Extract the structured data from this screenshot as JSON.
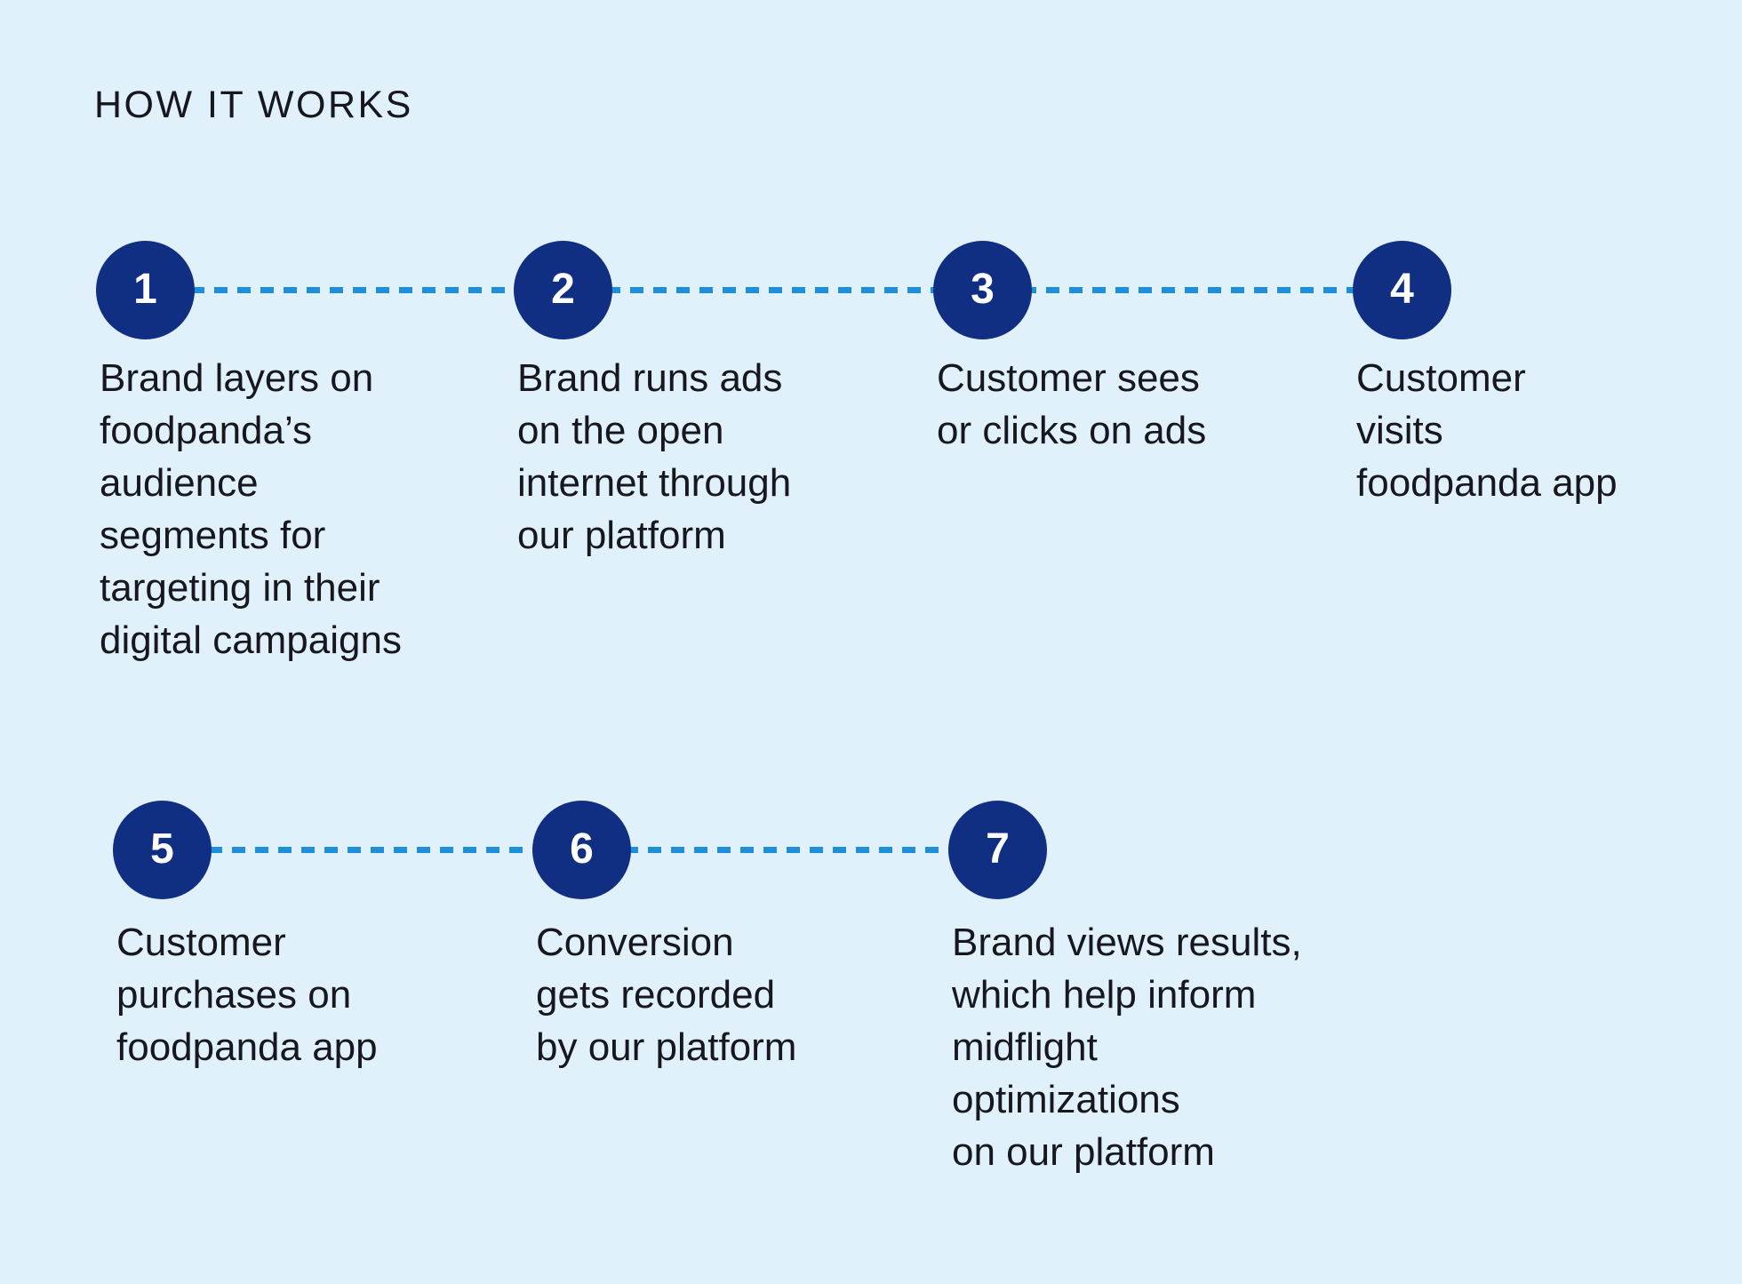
{
  "title": "HOW IT WORKS",
  "colors": {
    "background": "#e1f1fb",
    "circle": "#112f82",
    "number": "#ffffff",
    "dash": "#1f8fd9",
    "text": "#17171f"
  },
  "steps": [
    {
      "number": "1",
      "text": "Brand layers on\nfoodpanda’s\naudience\nsegments for\ntargeting in their\ndigital campaigns"
    },
    {
      "number": "2",
      "text": "Brand runs ads\non the open\ninternet through\nour platform"
    },
    {
      "number": "3",
      "text": "Customer sees\nor clicks on ads"
    },
    {
      "number": "4",
      "text": "Customer\nvisits\nfoodpanda app"
    },
    {
      "number": "5",
      "text": "Customer\npurchases on\nfoodpanda app"
    },
    {
      "number": "6",
      "text": "Conversion\ngets recorded\nby our platform"
    },
    {
      "number": "7",
      "text": "Brand views results,\nwhich help inform\nmidflight\noptimizations\non our platform"
    }
  ]
}
